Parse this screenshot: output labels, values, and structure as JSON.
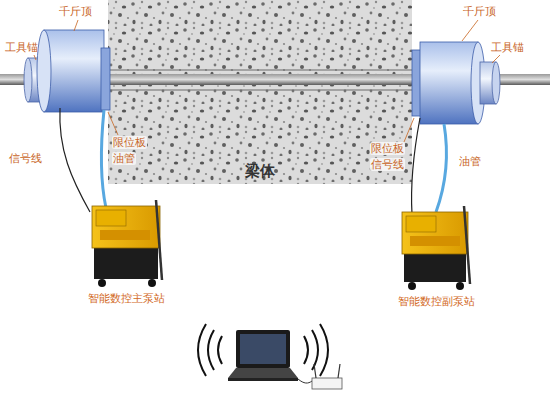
{
  "diagram": {
    "nodes": [
      {
        "text": [
          "梁体"
        ]
      },
      {
        "text": [
          "智能数控主泵站"
        ]
      },
      {
        "text": [
          "智能数控副泵站"
        ]
      }
    ],
    "labels": [
      "千斤顶",
      "工具锚",
      "信号线",
      "限位板",
      "油管",
      "千斤顶",
      "工具锚",
      "限位板",
      "信号线",
      "油管"
    ]
  }
}
